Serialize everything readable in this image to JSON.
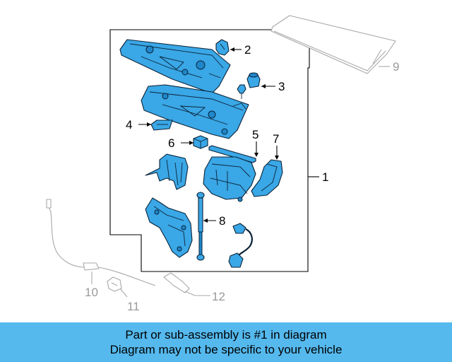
{
  "diagram": {
    "callouts": {
      "c1": "1",
      "c2": "2",
      "c3": "3",
      "c4": "4",
      "c5": "5",
      "c6": "6",
      "c7": "7",
      "c8": "8",
      "c9": "9",
      "c10": "10",
      "c11": "11",
      "c12": "12"
    },
    "colors": {
      "part_fill": "#3aa7e6",
      "outline": "#0a2238",
      "grey": "#a8a8a8",
      "banner": "#55b9ee"
    }
  },
  "banner": {
    "line1": "Part or sub-assembly is #1 in diagram",
    "line2": "Diagram may not be specific to your vehicle"
  }
}
